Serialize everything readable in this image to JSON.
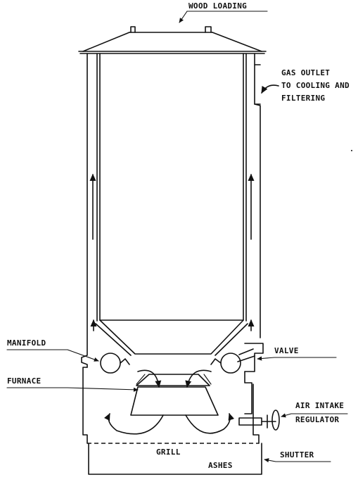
{
  "labels": {
    "wood_loading": "WOOD LOADING",
    "gas_outlet_1": "GAS OUTLET",
    "gas_outlet_2": "TO COOLING AND",
    "gas_outlet_3": "FILTERING",
    "manifold": "MANIFOLD",
    "valve": "VALVE",
    "furnace": "FURNACE",
    "air_intake_1": "AIR INTAKE",
    "air_intake_2": "REGULATOR",
    "grill": "GRILL",
    "ashes": "ASHES",
    "shutter": "SHUTTER"
  },
  "colors": {
    "ink": "#111111",
    "paper": "#ffffff"
  }
}
